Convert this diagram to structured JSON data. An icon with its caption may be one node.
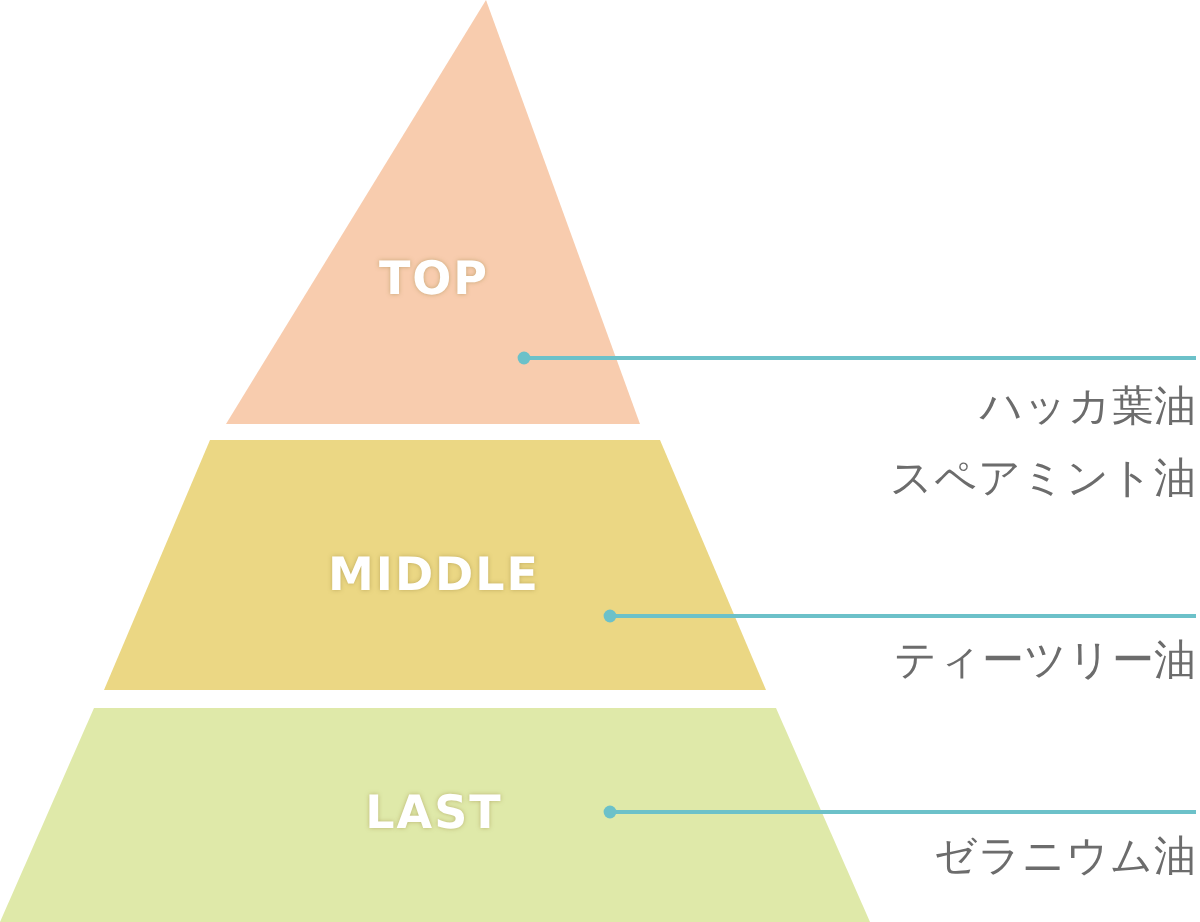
{
  "diagram": {
    "nodes": [
      {
        "text": [
          "TOP"
        ]
      },
      {
        "text": [
          "ハッカ葉油",
          "スペアミント油"
        ]
      },
      {
        "text": [
          "MIDDLE"
        ]
      },
      {
        "text": [
          "ティーツリー油"
        ]
      },
      {
        "text": [
          "LAST"
        ]
      },
      {
        "text": [
          "ゼラニウム油"
        ]
      }
    ],
    "edges": [
      {
        "from": 1,
        "to": 0,
        "arrow": "other"
      },
      {
        "from": 3,
        "to": 2,
        "arrow": "other"
      },
      {
        "from": 5,
        "to": 4,
        "arrow": "other"
      }
    ]
  }
}
